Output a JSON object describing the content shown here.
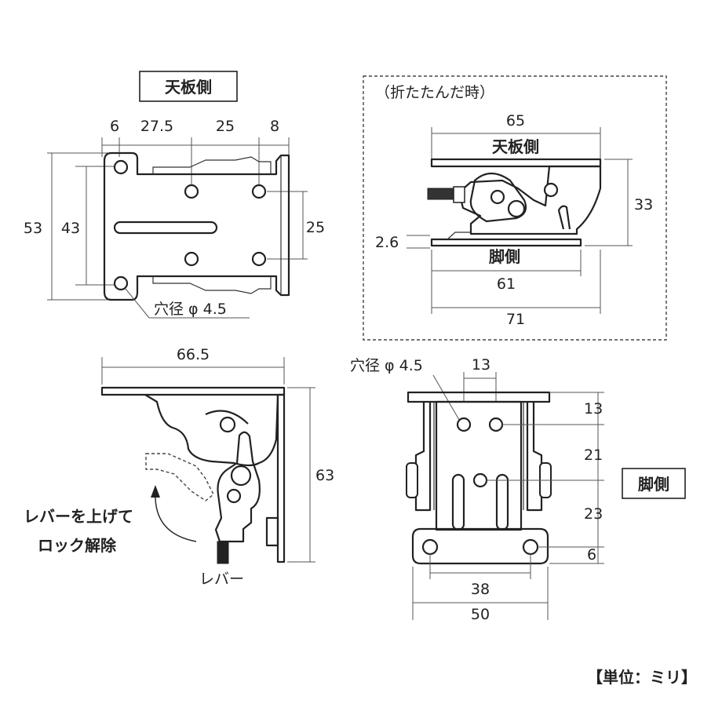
{
  "labels": {
    "top_title": "天板側",
    "folded_title": "（折たたんだ時）",
    "folded_top": "天板側",
    "folded_leg": "脚側",
    "hole_top": "穴径 φ 4.5",
    "hole_bottom": "穴径 φ 4.5",
    "leg_side": "脚側",
    "lever_line1": "レバーを上げて",
    "lever_line2": "ロック解除",
    "lever": "レバー",
    "unit": "【単位：ミリ】"
  },
  "dims": {
    "top": {
      "d6": "6",
      "d275": "27.5",
      "d25": "25",
      "d8": "8",
      "d53": "53",
      "d43": "43",
      "d25v": "25"
    },
    "folded": {
      "d65": "65",
      "d33": "33",
      "d26": "2.6",
      "d61": "61",
      "d71": "71"
    },
    "side": {
      "d665": "66.5",
      "d63": "63"
    },
    "leg": {
      "d13top": "13",
      "d13": "13",
      "d21": "21",
      "d23": "23",
      "d6": "6",
      "d38": "38",
      "d50": "50"
    }
  }
}
